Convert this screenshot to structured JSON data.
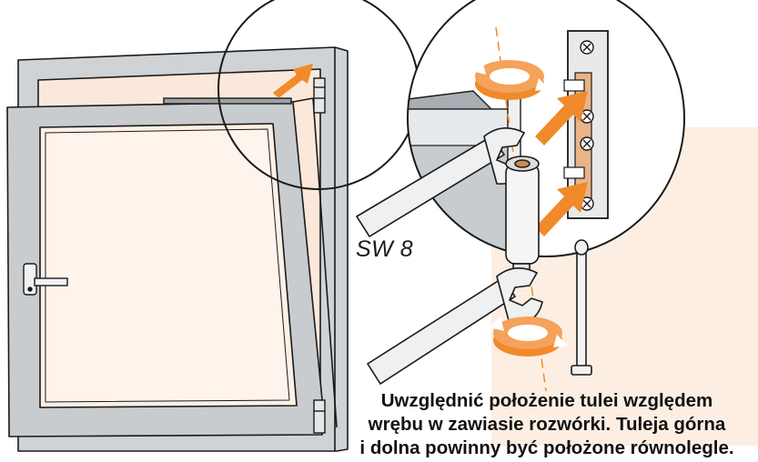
{
  "wrench_size_label": "SW 8",
  "caption_lines": [
    "Uwzględnić położenie tulei względem",
    "wrębu w zawiasie rozwórki. Tuleja górna",
    "i dolna powinny być położone równolegle."
  ],
  "colors": {
    "background_tint": "#fdeee3",
    "accent_arrow": "#f08a2a",
    "frame_gray": "#cfd3d6",
    "outline": "#1a1a1a",
    "brass": "#c98a55"
  },
  "icons": [
    "rotate-arrow-icon",
    "push-arrow-icon",
    "wrench-icon",
    "hinge-pin-icon",
    "window-handle-icon"
  ]
}
